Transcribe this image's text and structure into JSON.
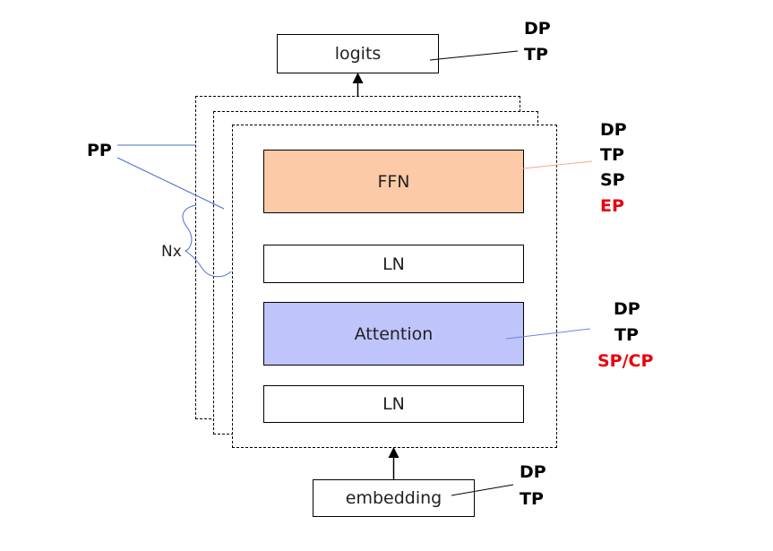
{
  "blocks": {
    "logits": "logits",
    "ffn": "FFN",
    "ln_top": "LN",
    "attention": "Attention",
    "ln_bottom": "LN",
    "embedding": "embedding"
  },
  "labels": {
    "pp": "PP",
    "nx": "Nx",
    "logits_parallel": [
      "DP",
      "TP"
    ],
    "ffn_parallel": [
      "DP",
      "TP",
      "SP",
      "EP"
    ],
    "attention_parallel": [
      "DP",
      "TP",
      "SP/CP"
    ],
    "embedding_parallel": [
      "DP",
      "TP"
    ]
  },
  "colors": {
    "ffn_fill": "#fccaa6",
    "attention_fill": "#bfc5fb",
    "highlight_text": "#e8000b",
    "pp_line": "#4a6fd6",
    "ffn_line": "#f6a98a",
    "attention_line": "#6f82e0"
  }
}
